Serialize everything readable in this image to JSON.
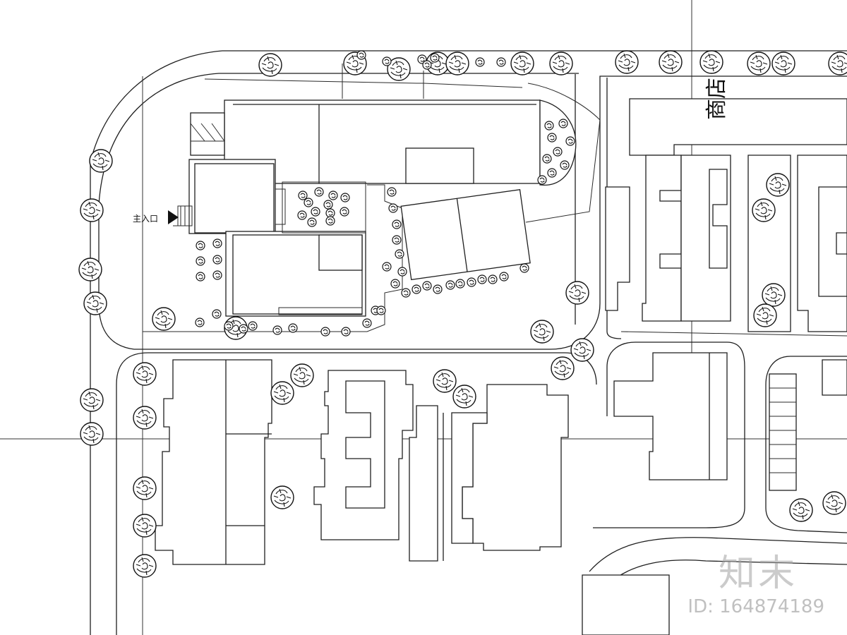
{
  "labels": {
    "shop": "商店",
    "main_entrance": "主入口"
  },
  "watermark": {
    "logo": "知末",
    "id": "ID: 164874189"
  },
  "icons": {
    "tree": "tree-symbol",
    "shrub": "shrub-symbol",
    "entrance_flag": "entrance-flag-icon"
  }
}
